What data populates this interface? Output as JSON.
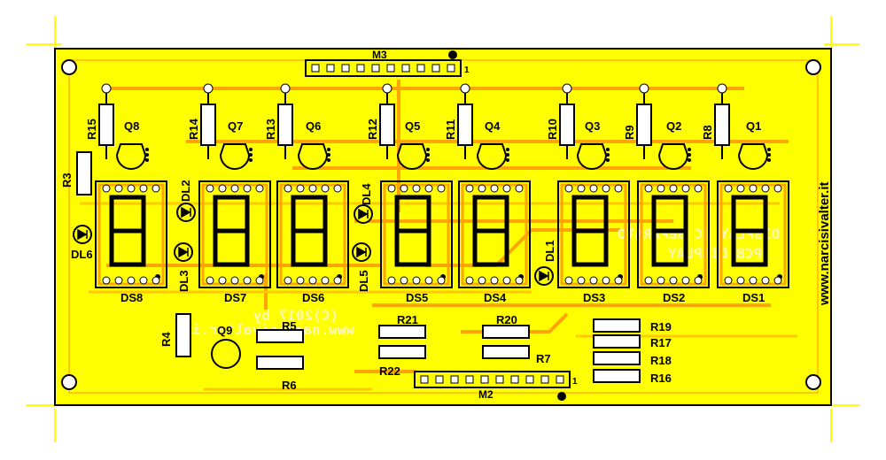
{
  "board": {
    "copper_color": "#ffff00",
    "trace_color": "#ffc800",
    "pad_color": "#ffa500",
    "silk_color": "#000000",
    "website_vertical": "www.narcisivalter.it"
  },
  "silkscreen_mirror": {
    "line1": "DISPLAY 8C SEPARATO",
    "line2": "PCB DISPLAY",
    "copyright": "(C)2017 by",
    "url": "www.narcisivalter.it"
  },
  "connectors": {
    "m3": {
      "label": "M3",
      "pin1": "1"
    },
    "m2": {
      "label": "M2",
      "pin1": "1"
    }
  },
  "displays": [
    "DS8",
    "DS7",
    "DS6",
    "DS5",
    "DS4",
    "DS3",
    "DS2",
    "DS1"
  ],
  "transistors": [
    "Q8",
    "Q7",
    "Q6",
    "Q5",
    "Q4",
    "Q3",
    "Q2",
    "Q1",
    "Q9"
  ],
  "resistors_top": [
    "R15",
    "R14",
    "R13",
    "R12",
    "R11",
    "R10",
    "R9",
    "R8"
  ],
  "resistors_other": [
    "R3",
    "R4",
    "R5",
    "R6",
    "R21",
    "R22",
    "R20",
    "R7",
    "R19",
    "R17",
    "R18",
    "R16"
  ],
  "leds": [
    "DL2",
    "DL3",
    "DL4",
    "DL5",
    "DL1",
    "DL6"
  ]
}
